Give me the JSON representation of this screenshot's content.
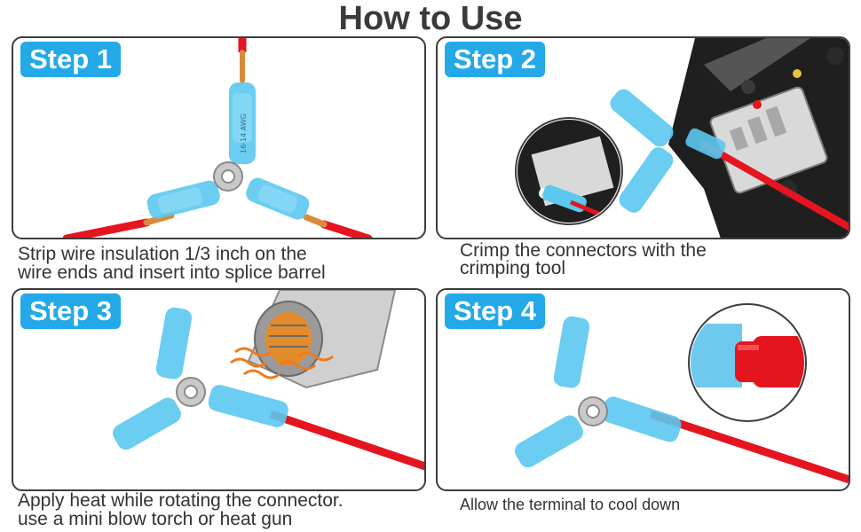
{
  "title": "How to Use",
  "colors": {
    "badge": "#23a9e8",
    "connector": "#5bc8f0",
    "wire": "#e4151f",
    "copper": "#d98a3a"
  },
  "steps": [
    {
      "label": "Step 1",
      "caption_line1": "Strip wire insulation 1/3 inch on the",
      "caption_line2": "wire ends and insert into splice barrel"
    },
    {
      "label": "Step 2",
      "caption_line1": "Crimp the  connectors with the",
      "caption_line2": "crimping tool"
    },
    {
      "label": "Step 3",
      "caption_line1": "Apply heat while rotating the connector.",
      "caption_line2": "use a mini blow torch or heat gun"
    },
    {
      "label": "Step 4",
      "caption_line1": "Allow the terminal to cool down"
    }
  ],
  "connector_print": "16-14 AWG"
}
